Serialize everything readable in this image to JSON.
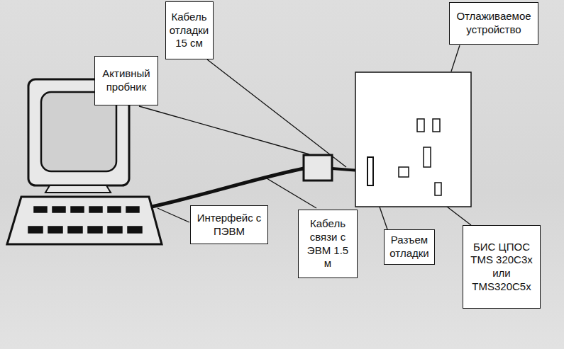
{
  "diagram": {
    "nodes": [
      {
        "text": [
          "Кабель отладки 15 см"
        ]
      },
      {
        "text": [
          "Отлаживаемое устройство"
        ]
      },
      {
        "text": [
          "Активный пробник"
        ]
      },
      {
        "text": [
          "Интерфейс с ПЭВМ"
        ]
      },
      {
        "text": [
          "Кабель связи с ЭВМ 1.5 м"
        ]
      },
      {
        "text": [
          "Разъем отладки"
        ]
      },
      {
        "text": [
          "БИС ЦПОС TMS 320C3x или TMS320C5x"
        ]
      }
    ]
  }
}
